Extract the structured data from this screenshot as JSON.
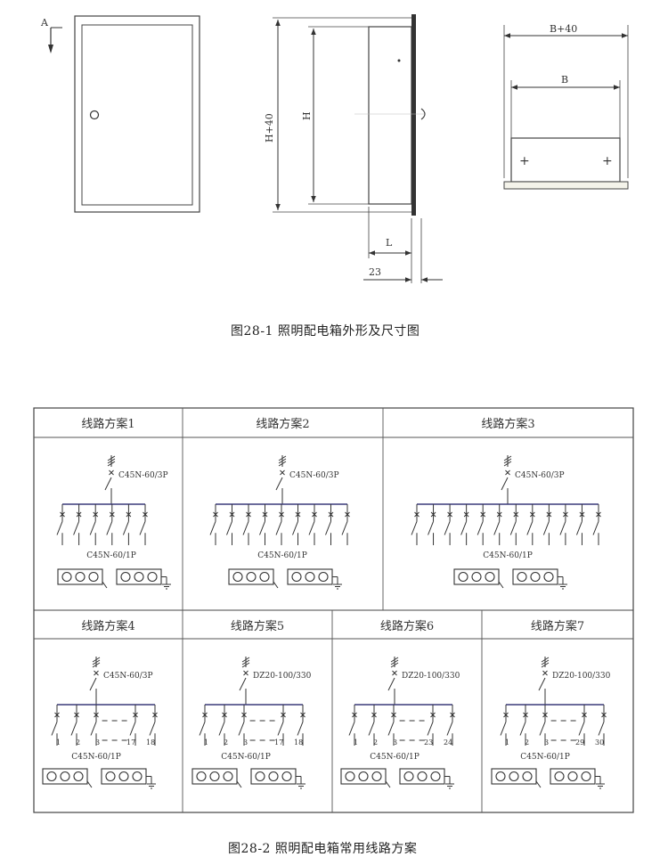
{
  "figure1": {
    "view_a_label": "A",
    "dim_height_outer": "H+40",
    "dim_height_inner": "H",
    "dim_depth": "L",
    "dim_offset": "23",
    "dim_width_outer": "B+40",
    "dim_width_inner": "B",
    "plus_sign": "+",
    "caption": "图28-1  照明配电箱外形及尺寸图"
  },
  "figure2": {
    "caption": "图28-2  照明配电箱常用线路方案",
    "schemes": [
      {
        "title": "线路方案1",
        "main_breaker": "C45N-60/3P",
        "branch_breaker": "C45N-60/1P",
        "branch_count": 6,
        "numbered": false,
        "first_labels": [],
        "last_labels": []
      },
      {
        "title": "线路方案2",
        "main_breaker": "C45N-60/3P",
        "branch_breaker": "C45N-60/1P",
        "branch_count": 9,
        "numbered": false,
        "first_labels": [],
        "last_labels": []
      },
      {
        "title": "线路方案3",
        "main_breaker": "C45N-60/3P",
        "branch_breaker": "C45N-60/1P",
        "branch_count": 12,
        "numbered": false,
        "first_labels": [],
        "last_labels": []
      },
      {
        "title": "线路方案4",
        "main_breaker": "C45N-60/3P",
        "branch_breaker": "C45N-60/1P",
        "branch_count": 6,
        "numbered": true,
        "first_labels": [
          "1",
          "2",
          "3"
        ],
        "last_labels": [
          "17",
          "18"
        ]
      },
      {
        "title": "线路方案5",
        "main_breaker": "DZ20-100/330",
        "branch_breaker": "C45N-60/1P",
        "branch_count": 6,
        "numbered": true,
        "first_labels": [
          "1",
          "2",
          "3"
        ],
        "last_labels": [
          "17",
          "18"
        ]
      },
      {
        "title": "线路方案6",
        "main_breaker": "DZ20-100/330",
        "branch_breaker": "C45N-60/1P",
        "branch_count": 6,
        "numbered": true,
        "first_labels": [
          "1",
          "2",
          "3"
        ],
        "last_labels": [
          "23",
          "24"
        ]
      },
      {
        "title": "线路方案7",
        "main_breaker": "DZ20-100/330",
        "branch_breaker": "C45N-60/1P",
        "branch_count": 6,
        "numbered": true,
        "first_labels": [
          "1",
          "2",
          "3"
        ],
        "last_labels": [
          "29",
          "30"
        ]
      }
    ]
  }
}
